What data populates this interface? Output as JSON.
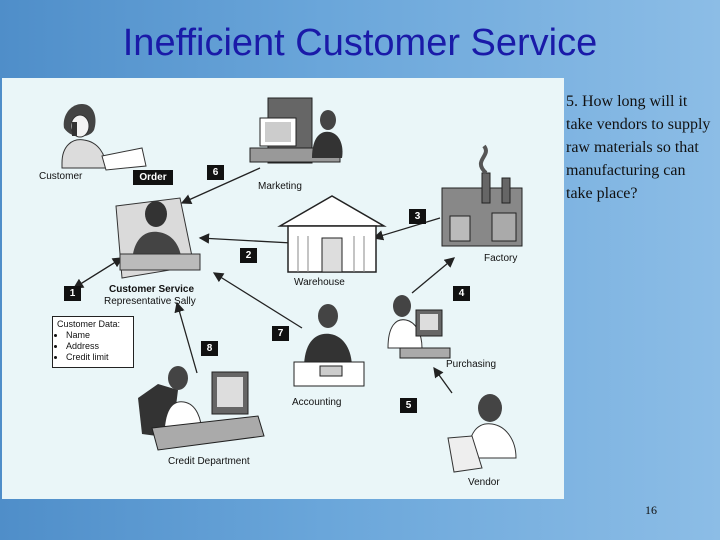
{
  "slide": {
    "title": "Inefficient Customer Service",
    "question": "5. How long will it take vendors to supply raw materials so that manufacturing can take place?",
    "page_number": "16"
  },
  "diagram": {
    "nodes": {
      "customer": "Customer",
      "marketing": "Marketing",
      "factory": "Factory",
      "warehouse": "Warehouse",
      "csr_line1": "Customer Service",
      "csr_line2": "Representative Sally",
      "purchasing": "Purchasing",
      "accounting": "Accounting",
      "credit_department": "Credit Department",
      "vendor": "Vendor"
    },
    "order_label": "Order",
    "customer_data": {
      "title": "Customer Data:",
      "items": [
        "Name",
        "Address",
        "Credit limit"
      ]
    },
    "steps": [
      "1",
      "2",
      "3",
      "4",
      "5",
      "6",
      "7",
      "8"
    ]
  }
}
